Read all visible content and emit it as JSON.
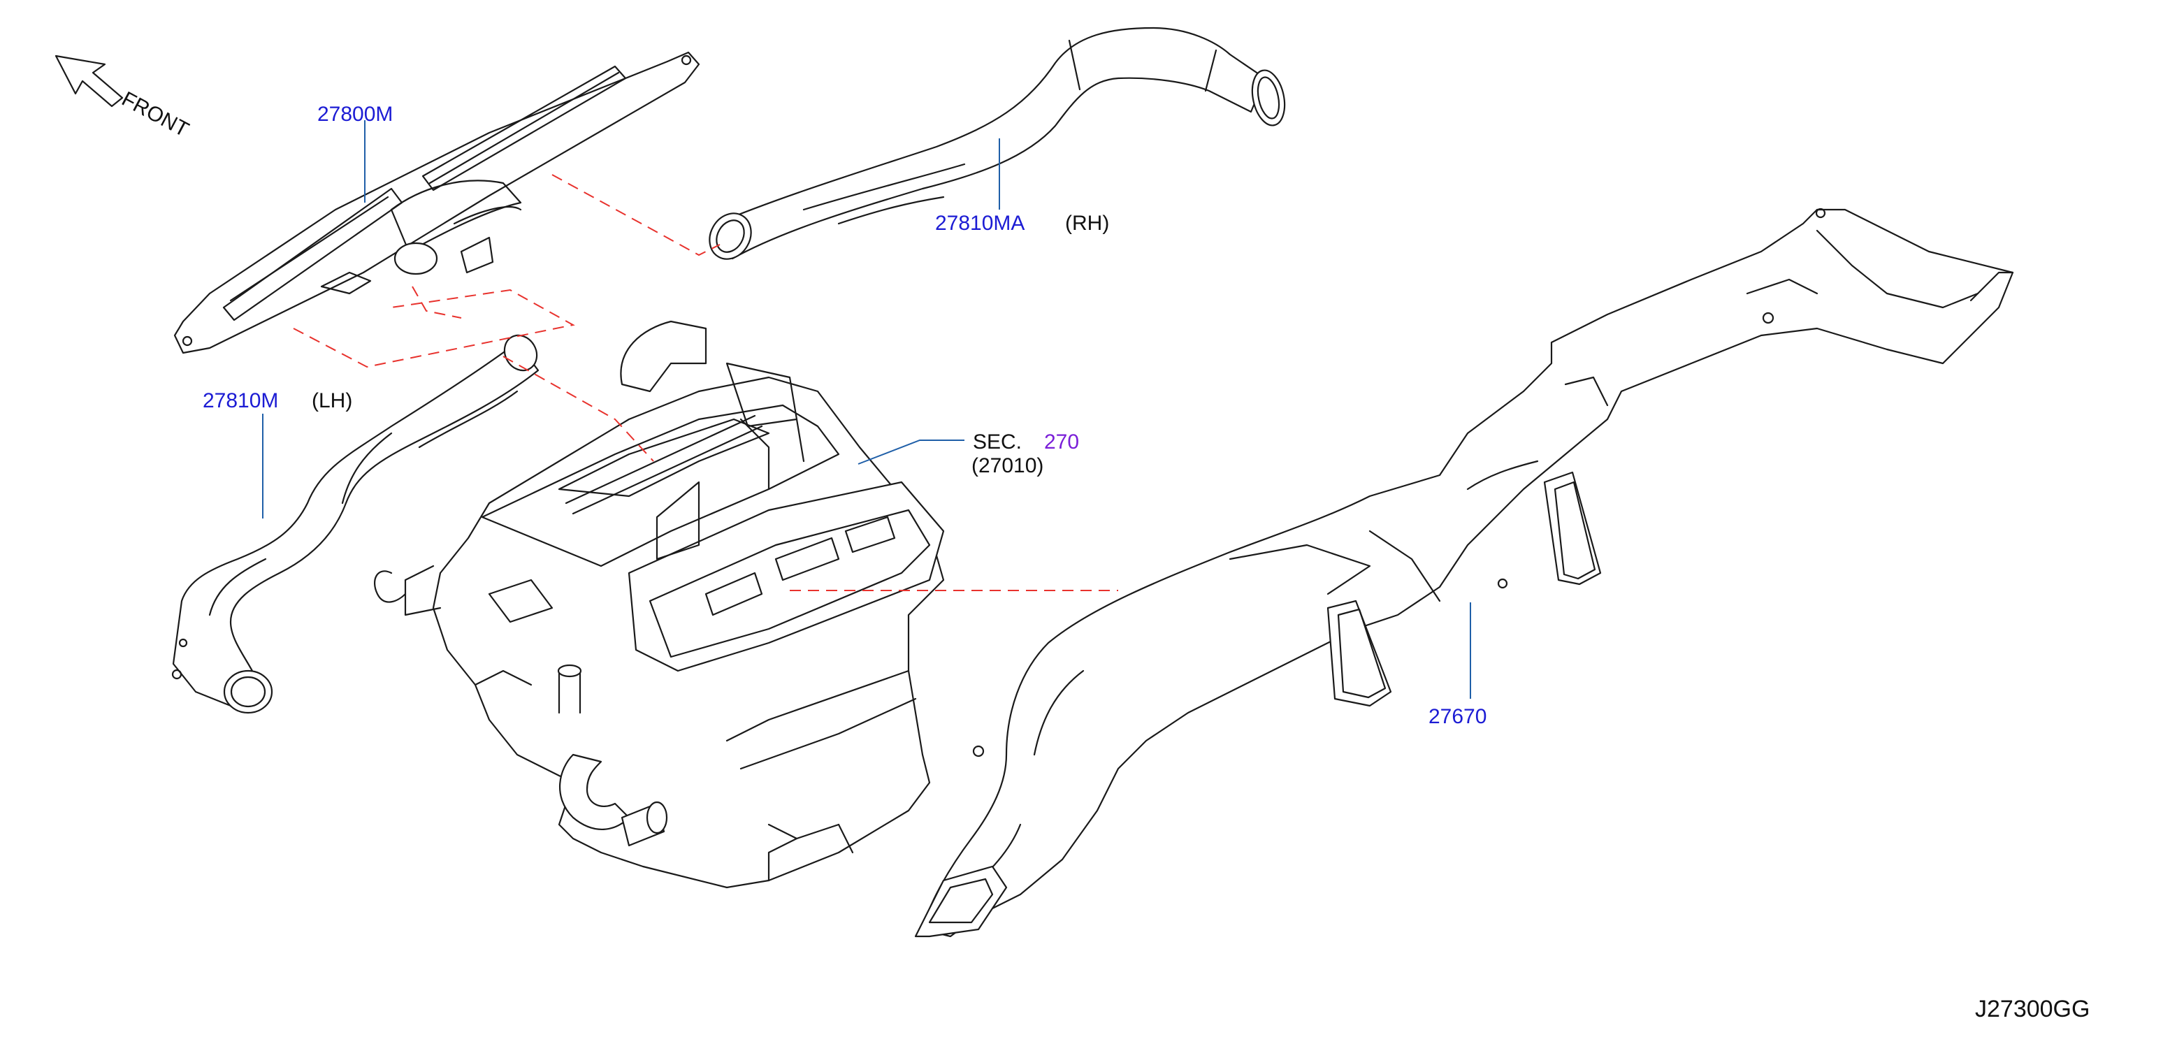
{
  "diagram": {
    "front_label": "FRONT",
    "drawing_code": "J27300GG",
    "colors": {
      "part_number": "#1c1cd4",
      "section_ref": "#7a1fd8",
      "leader": "#1f5fa8",
      "phantom_line": "#e8322d",
      "outline": "#1a1a1a"
    },
    "callouts": {
      "nozzle_center": {
        "part": "27800M"
      },
      "duct_rh": {
        "part": "27810MA",
        "side": "(RH)"
      },
      "duct_lh": {
        "part": "27810M",
        "side": "(LH)"
      },
      "heater_unit": {
        "prefix": "SEC.",
        "section": "270",
        "ref": "(27010)"
      },
      "duct_main": {
        "part": "27670"
      }
    }
  }
}
